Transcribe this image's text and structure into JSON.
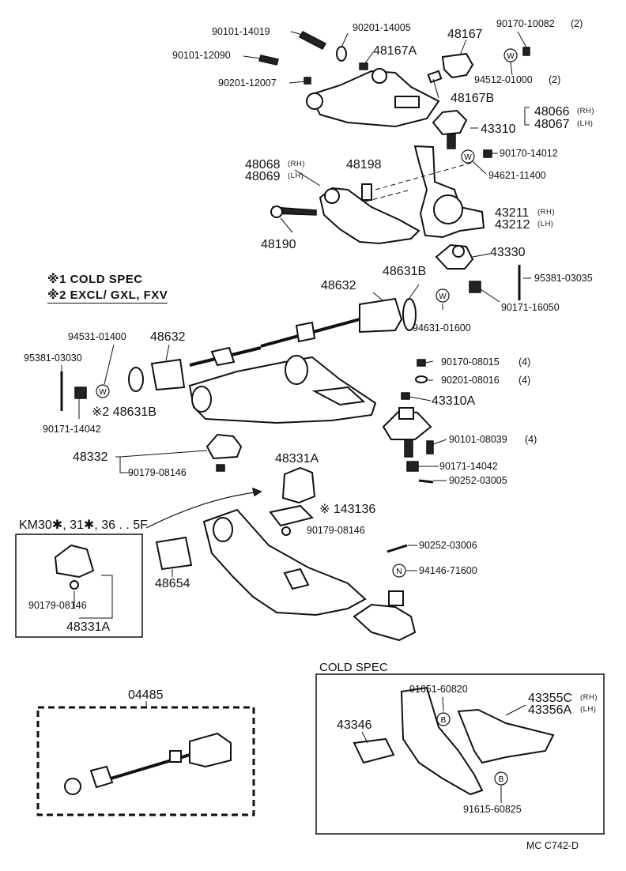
{
  "labels": {
    "p_90101_14019": "90101-14019",
    "p_90201_14005": "90201-14005",
    "p_48167": "48167",
    "p_90170_10082": "90170-10082",
    "p_90170_10082_qty": "(2)",
    "p_90101_12090": "90101-12090",
    "p_48167A": "48167A",
    "p_94512_01000": "94512-01000",
    "p_94512_01000_qty": "(2)",
    "p_90201_12007": "90201-12007",
    "p_48167B": "48167B",
    "p_48066": "48066",
    "p_48066_side": "(RH)",
    "p_48067": "48067",
    "p_48067_side": "(LH)",
    "p_43310": "43310",
    "p_90170_14012": "90170-14012",
    "p_48068": "48068",
    "p_48068_side": "(RH)",
    "p_48069": "48069",
    "p_48069_side": "(LH)",
    "p_48198": "48198",
    "p_94621_11400": "94621-11400",
    "p_43211": "43211",
    "p_43211_side": "(RH)",
    "p_43212": "43212",
    "p_43212_side": "(LH)",
    "p_48190": "48190",
    "p_43330": "43330",
    "note1": "※1 COLD SPEC",
    "note2": "※2 EXCL/ GXL, FXV",
    "p_48632_a": "48632",
    "p_48631B_a": "48631B",
    "p_95381_03035": "95381-03035",
    "p_90171_16050": "90171-16050",
    "p_94631_01600": "94631-01600",
    "p_94531_01400": "94531-01400",
    "p_48632_b": "48632",
    "p_95381_03030": "95381-03030",
    "p_90170_08015": "90170-08015",
    "p_90170_08015_qty": "(4)",
    "p_90201_08016": "90201-08016",
    "p_90201_08016_qty": "(4)",
    "p_43310A": "43310A",
    "p_48631B_b": "※2 48631B",
    "p_90171_14042_a": "90171-14042",
    "p_90101_08039": "90101-08039",
    "p_90101_08039_qty": "(4)",
    "p_90171_14042_b": "90171-14042",
    "p_90252_03005": "90252-03005",
    "p_48332": "48332",
    "p_90179_08146_a": "90179-08146",
    "p_48331A_a": "48331A",
    "p_43136": "※ 143136",
    "p_90179_08146_b": "90179-08146",
    "p_km30": "KM30✱, 31✱, 36 . . 5F",
    "p_90252_03006": "90252-03006",
    "p_94146_71600": "94146-71600",
    "p_48654": "48654",
    "p_90179_08146_c": "90179-08146",
    "p_48331A_b": "48331A",
    "p_04485": "04485",
    "cold_spec": "COLD SPEC",
    "p_91651_60820": "91651-60820",
    "p_43355C": "43355C",
    "p_43355C_side": "(RH)",
    "p_43356A": "43356A",
    "p_43356A_side": "(LH)",
    "p_43346": "43346",
    "p_91615_60825": "91615-60825",
    "footer": "MC C742-D"
  },
  "washer_marks": {
    "w": "W",
    "n": "N",
    "b": "B"
  }
}
